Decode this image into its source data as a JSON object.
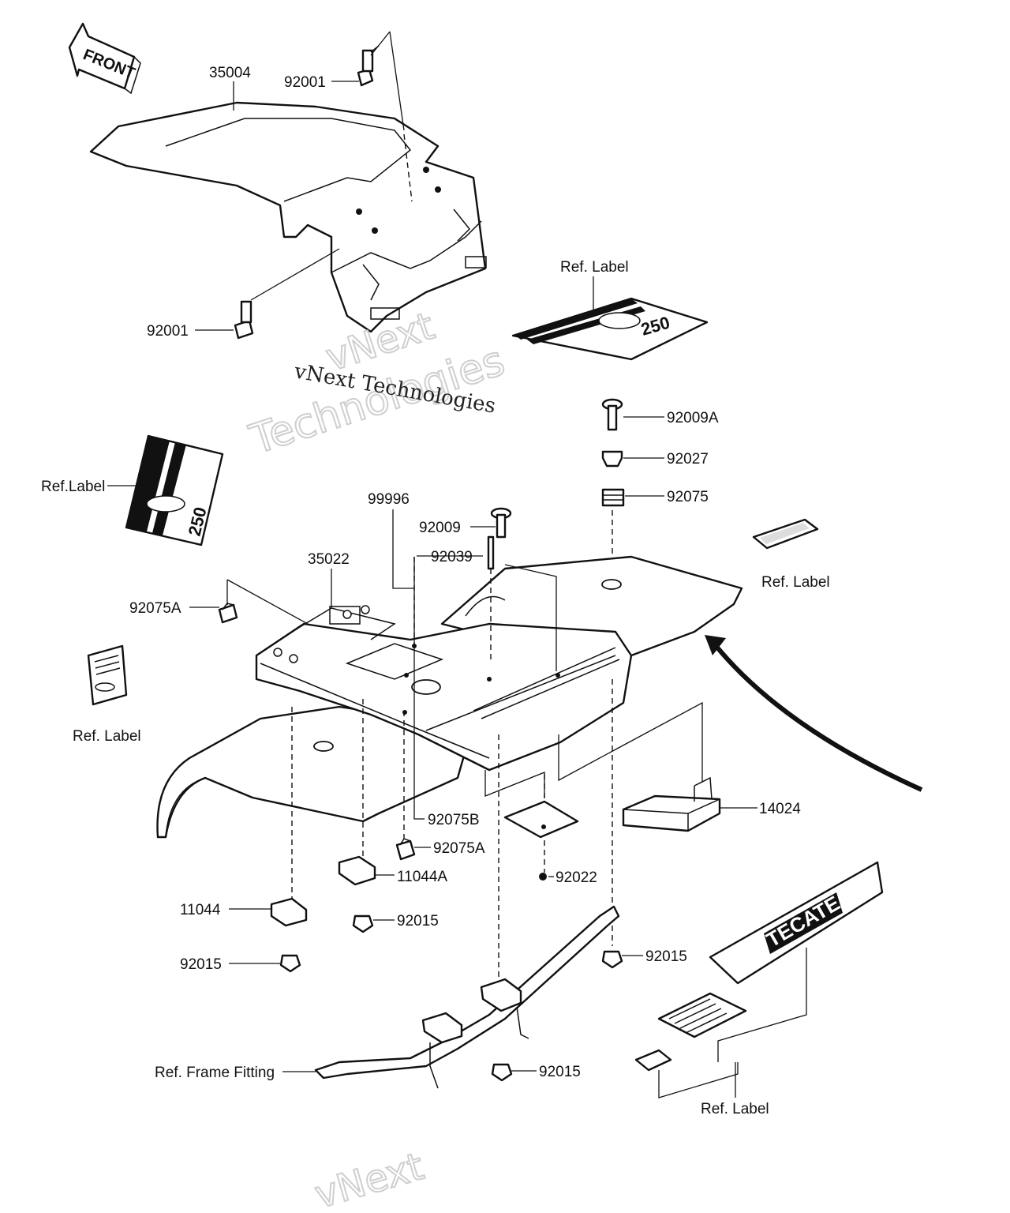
{
  "diagram": {
    "front_badge": "FRONT",
    "decal_number": "250",
    "decal_brand": "TECATE",
    "watermark": {
      "line_serif": "vNext Technologies",
      "line_outline_1": "vNext",
      "line_outline_2": "Technologies",
      "bottom": "vNext"
    },
    "labels": {
      "p35004": "35004",
      "p92001_top": "92001",
      "p92001_left": "92001",
      "ref_label_top_right": "Ref. Label",
      "ref_label_left_decal": "Ref.Label",
      "p92009A": "92009A",
      "p92027": "92027",
      "p92075": "92075",
      "p99996": "99996",
      "p92009": "92009",
      "p92039": "92039",
      "p35022": "35022",
      "p92075A_top": "92075A",
      "ref_label_right": "Ref. Label",
      "ref_label_left": "Ref. Label",
      "p14024": "14024",
      "p92075B": "92075B",
      "p92075A_bottom": "92075A",
      "p11044A": "11044A",
      "p92022": "92022",
      "p11044": "11044",
      "p92015_a": "92015",
      "p92015_b": "92015",
      "p92015_c": "92015",
      "p92015_d": "92015",
      "ref_frame_fitting": "Ref. Frame Fitting",
      "ref_label_bottom": "Ref. Label"
    }
  }
}
